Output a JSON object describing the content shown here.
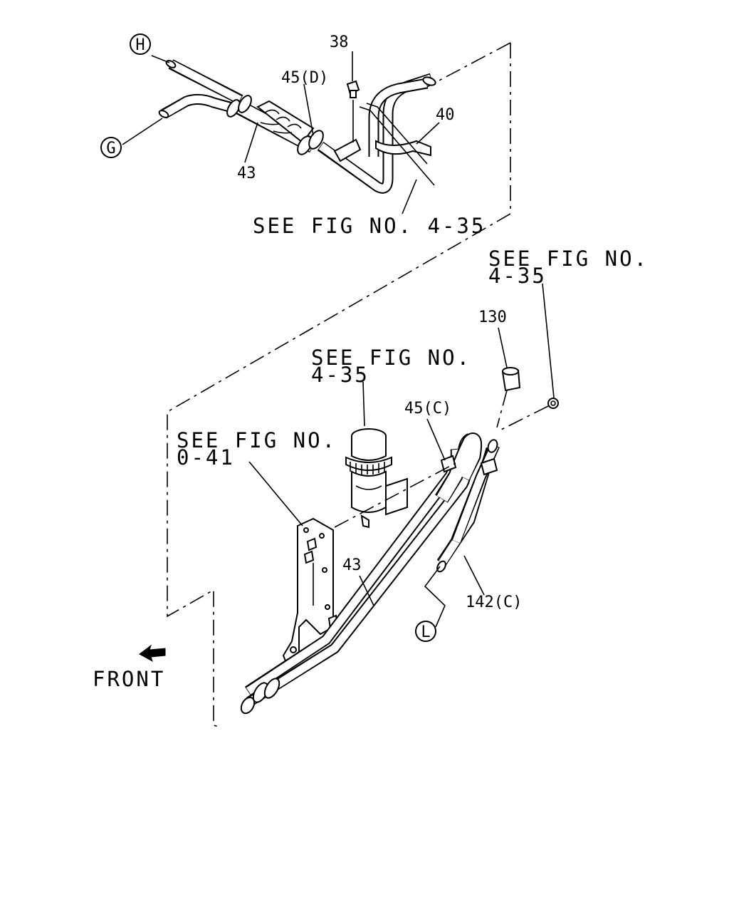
{
  "labels": {
    "ref_top": "SEE FIG NO. 4-35",
    "ref_right_line1": "SEE FIG NO.",
    "ref_right_line2": "4-35",
    "ref_mid_line1": "SEE FIG NO.",
    "ref_mid_line2": "4-35",
    "ref_left_line1": "SEE FIG NO.",
    "ref_left_line2": "0-41",
    "front": "FRONT"
  },
  "callouts": {
    "p38": "38",
    "p45d": "45(D)",
    "p40": "40",
    "p43_top": "43",
    "p130": "130",
    "p45c": "45(C)",
    "p43_bottom": "43",
    "p142c": "142(C)"
  },
  "connectors": {
    "h": "H",
    "g": "G",
    "l": "L"
  }
}
